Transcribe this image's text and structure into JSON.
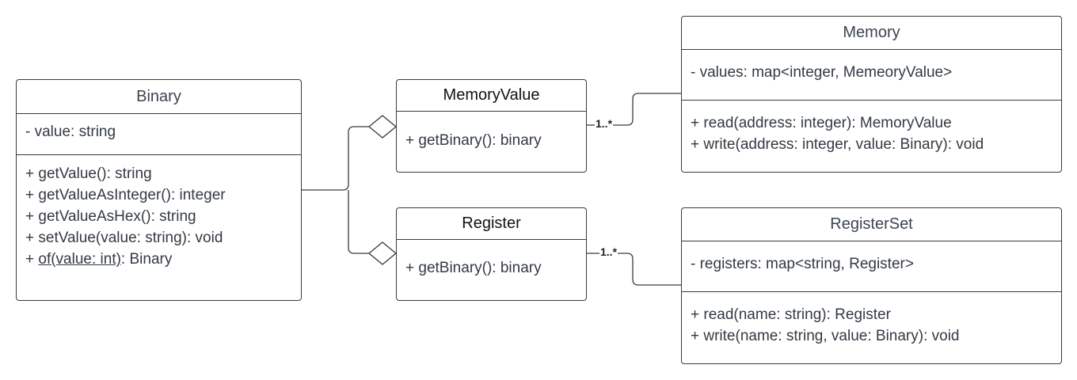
{
  "classes": {
    "binary": {
      "name": "Binary",
      "attributes": [
        "- value: string"
      ],
      "methods": [
        "+ getValue(): string",
        "+ getValueAsInteger(): integer",
        "+ getValueAsHex(): string",
        "+ setValue(value: string): void"
      ],
      "static_method": {
        "prefix": "+ ",
        "underlined": "of(value: int)",
        "suffix": ": Binary"
      }
    },
    "memory_value": {
      "name": "MemoryValue",
      "methods": [
        "+ getBinary(): binary"
      ]
    },
    "register": {
      "name": "Register",
      "methods": [
        "+ getBinary(): binary"
      ]
    },
    "memory": {
      "name": "Memory",
      "attributes": [
        "- values: map<integer, MemeoryValue>"
      ],
      "methods": [
        "+ read(address: integer): MemoryValue",
        "+ write(address: integer, value: Binary): void"
      ]
    },
    "register_set": {
      "name": "RegisterSet",
      "attributes": [
        "- registers: map<string, Register>"
      ],
      "methods": [
        "+ read(name: string): Register",
        "+ write(name: string, value: Binary): void"
      ]
    }
  },
  "associations": {
    "memory_value_to_memory": {
      "multiplicity": "1..*"
    },
    "register_to_register_set": {
      "multiplicity": "1..*"
    }
  },
  "colors": {
    "stroke": "#3a3a3a",
    "text": "#333a44",
    "background": "#ffffff"
  }
}
